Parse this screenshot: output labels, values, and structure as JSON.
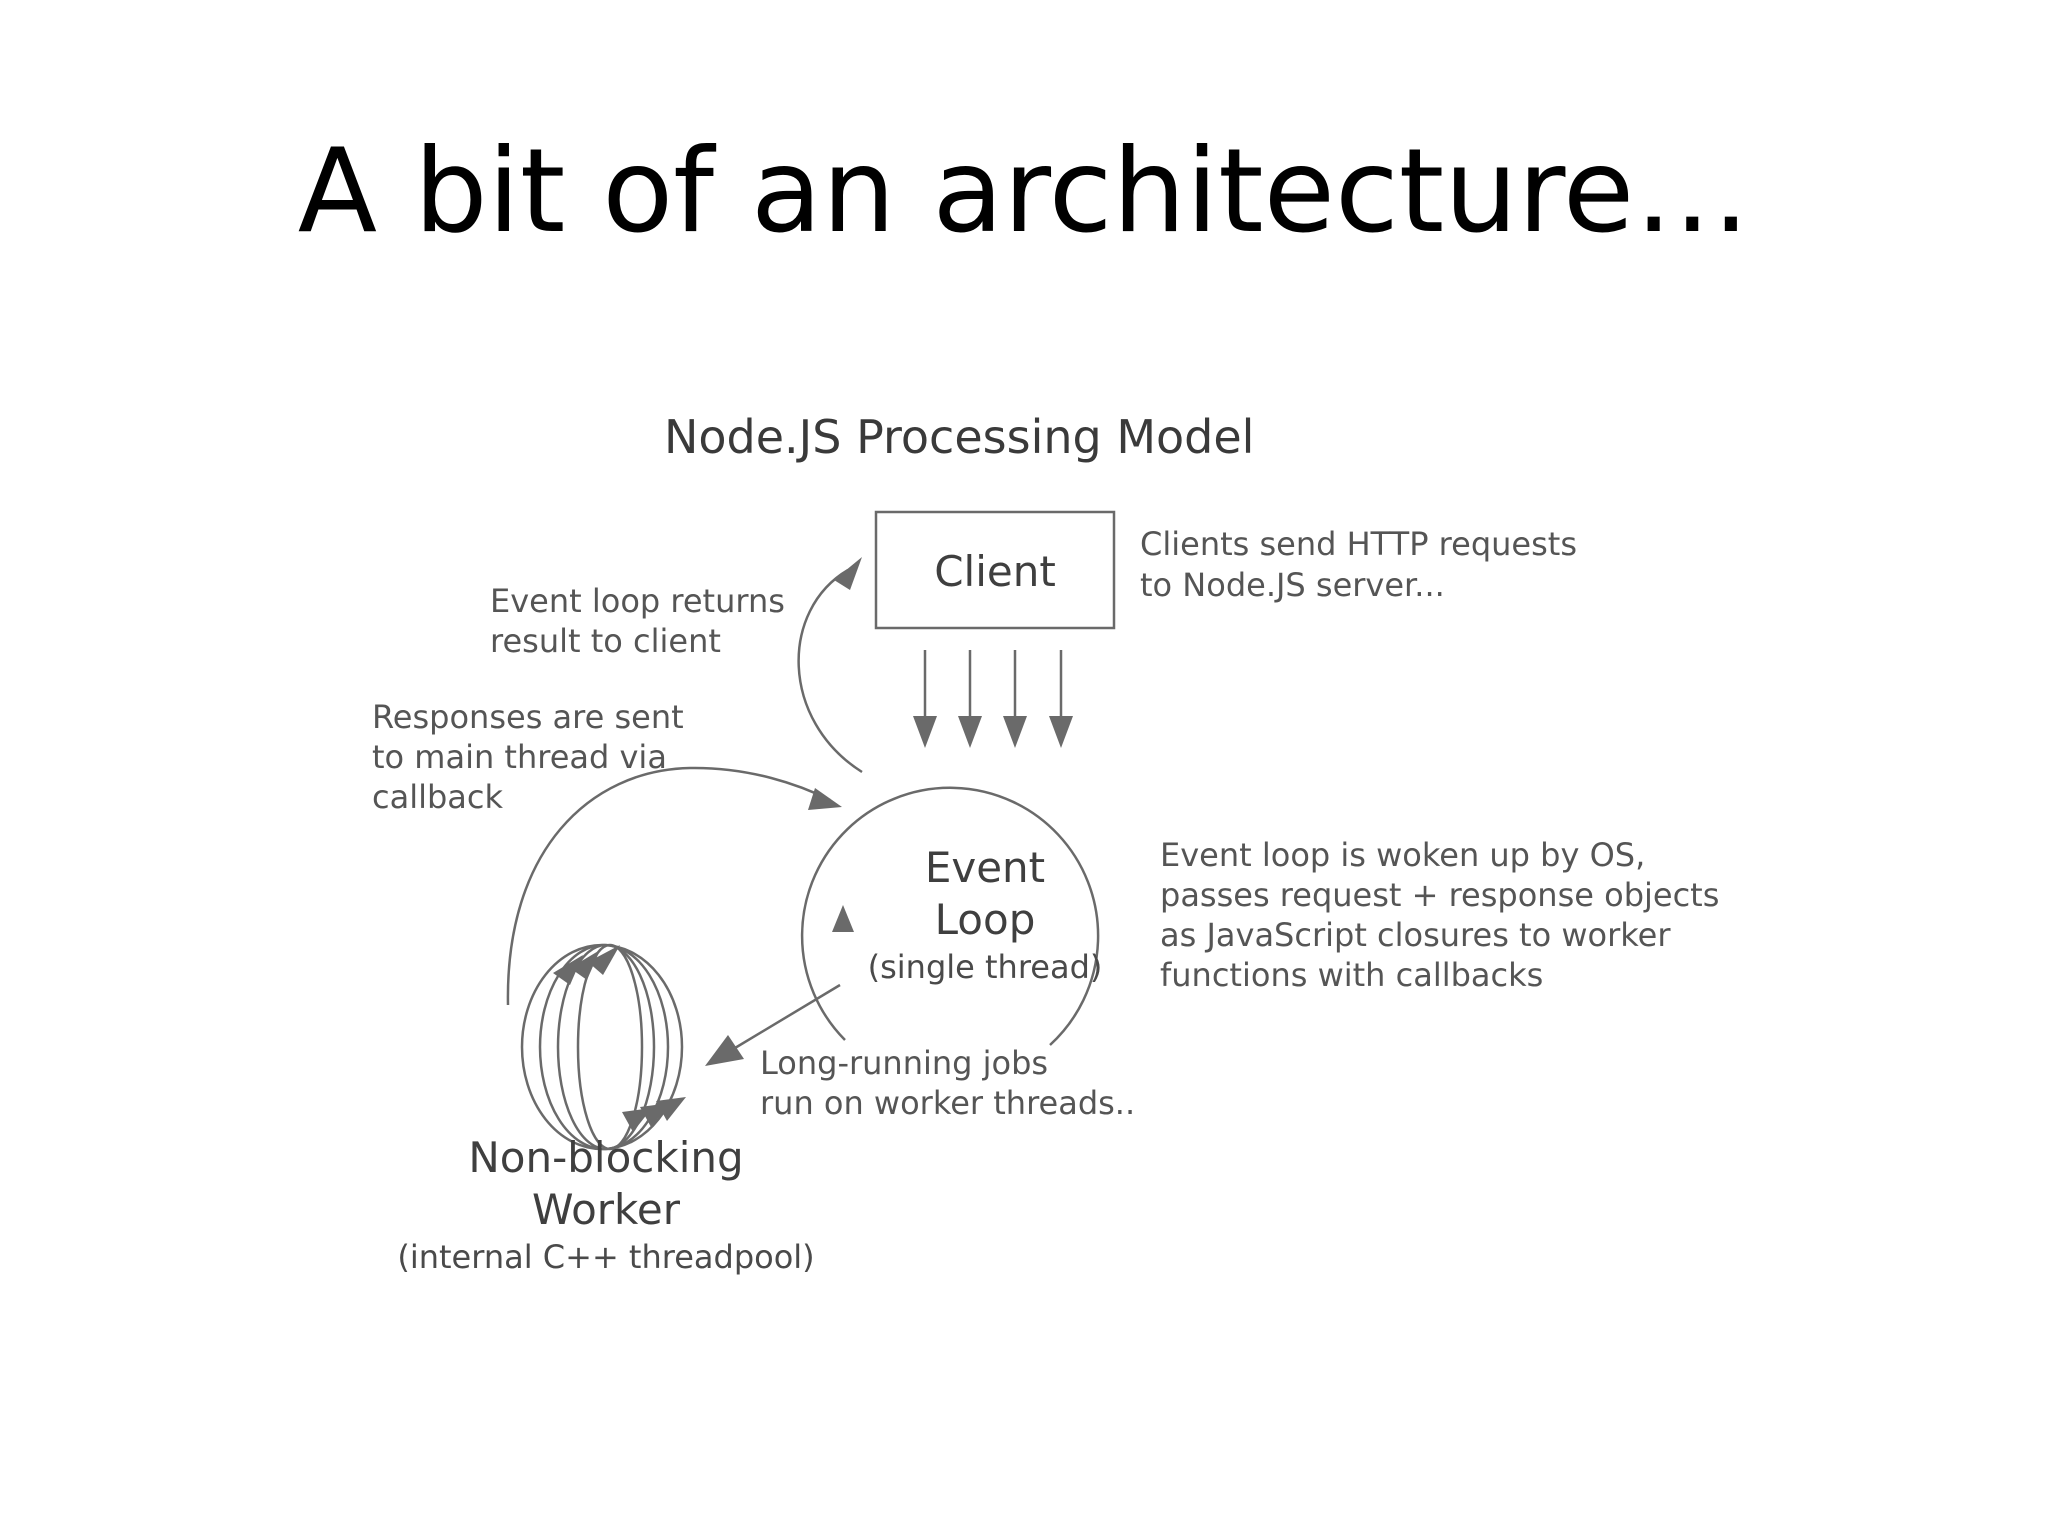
{
  "slide": {
    "title": "A bit of an architecture…"
  },
  "diagram": {
    "title": "Node.JS Processing Model",
    "nodes": {
      "client": {
        "label": "Client"
      },
      "event_loop": {
        "line1": "Event",
        "line2": "Loop",
        "sub": "(single thread)"
      },
      "worker": {
        "line1": "Non-blocking",
        "line2": "Worker",
        "sub": "(internal C++ threadpool)"
      }
    },
    "notes": {
      "client_requests": [
        "Clients send HTTP requests",
        "to Node.JS server..."
      ],
      "returns_result": [
        "Event loop returns",
        "result to client"
      ],
      "responses_callback": [
        "Responses are sent",
        "to main thread via",
        "callback"
      ],
      "woken_by_os": [
        "Event loop is woken up by OS,",
        "passes request + response objects",
        "as JavaScript closures to worker",
        "functions with callbacks"
      ],
      "long_running": [
        "Long-running jobs",
        "run on worker threads.."
      ]
    }
  }
}
